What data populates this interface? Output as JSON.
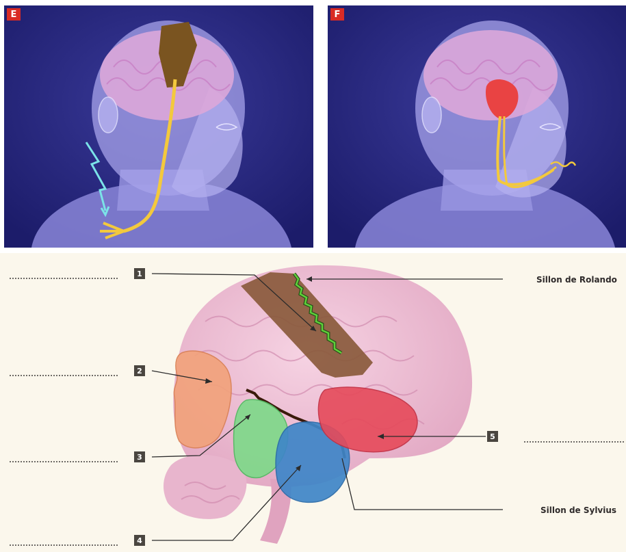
{
  "panels": [
    {
      "label": "E"
    },
    {
      "label": "F"
    }
  ],
  "diagram": {
    "numbers": [
      "1",
      "2",
      "3",
      "4",
      "5"
    ],
    "labels": {
      "rolando": "Sillon de Rolando",
      "sylvius": "Sillon de Sylvius"
    },
    "region_colors": {
      "motor": "#8a5a3c",
      "frontal": "#f2a27a",
      "temporal_green": "#7fd98a",
      "temporal_blue": "#3f86c8",
      "parietal_red": "#e64a5a",
      "rolando_line": "#5fcf3a"
    }
  }
}
